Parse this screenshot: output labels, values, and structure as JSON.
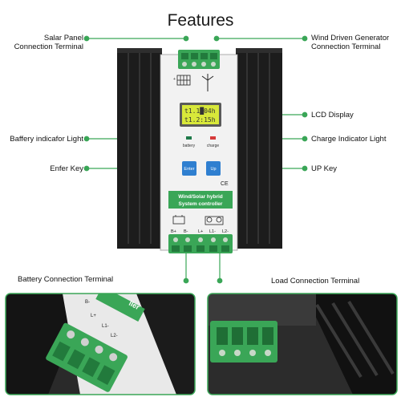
{
  "title": "Features",
  "labels": {
    "solar_terminal": [
      "Salar Panel",
      "Connection Terminal"
    ],
    "wind_terminal": [
      "Wind Driven Generator",
      "Connection Terminal"
    ],
    "lcd": "LCD Display",
    "battery_light": "Baffery indicafor Light",
    "charge_light": "Charge Indicator Light",
    "enter_key": "Enfer Key",
    "up_key": "UP Key",
    "battery_terminal": "Battery Connection Terminal",
    "load_terminal": "Load Connection Terminal"
  },
  "device": {
    "lcd_line1": "t1.1█04h",
    "lcd_line2": "t1.2:15h",
    "led_battery": "battery",
    "led_charge": "charge",
    "enter_btn": "Enter",
    "up_btn": "Up",
    "ce": "CE",
    "brand_line1": "Wind/Solar hybrid",
    "brand_line2": "System controller",
    "bottom_terms": [
      "B+",
      "B-",
      "L+",
      "L1-",
      "L2-"
    ],
    "closeup_terms": [
      "B-",
      "L+",
      "L1-",
      "L2-"
    ],
    "closeup_text": "ller"
  },
  "colors": {
    "accent_green": "#3aa657",
    "lcd_bg": "#d8e83a",
    "button_blue": "#2f7fd0",
    "heatsink": "#1c1c1c",
    "panel": "#f2f2f2"
  }
}
